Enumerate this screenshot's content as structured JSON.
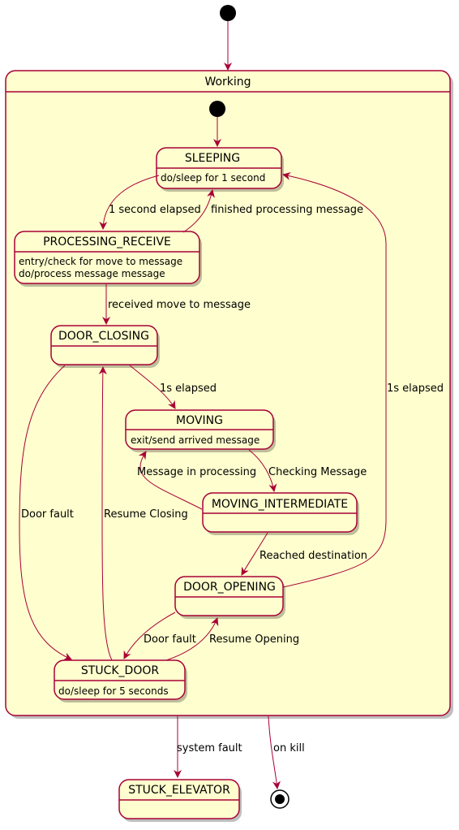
{
  "diagram": {
    "composite": {
      "title": "Working"
    },
    "states": {
      "sleeping": {
        "title": "SLEEPING",
        "body": [
          "do/sleep for 1 second"
        ]
      },
      "processing_receive": {
        "title": "PROCESSING_RECEIVE",
        "body": [
          "entry/check for move to message",
          "do/process message message"
        ]
      },
      "door_closing": {
        "title": "DOOR_CLOSING",
        "body": []
      },
      "moving": {
        "title": "MOVING",
        "body": [
          "exit/send arrived message"
        ]
      },
      "moving_intermediate": {
        "title": "MOVING_INTERMEDIATE",
        "body": []
      },
      "door_opening": {
        "title": "DOOR_OPENING",
        "body": []
      },
      "stuck_door": {
        "title": "STUCK_DOOR",
        "body": [
          "do/sleep for 5 seconds"
        ]
      },
      "stuck_elevator": {
        "title": "STUCK_ELEVATOR",
        "body": []
      }
    },
    "transitions": {
      "sleep_to_proc": "1 second elapsed",
      "proc_to_sleep": "finished processing message",
      "proc_to_closing": "received move to message",
      "closing_to_moving": "1s elapsed",
      "moving_to_inter": "Checking Message",
      "inter_to_moving": "Message in processing",
      "closing_to_stuck": "Door fault",
      "stuck_to_closing": "Resume Closing",
      "inter_to_opening": "Reached destination",
      "opening_to_sleep": "1s elapsed",
      "opening_to_stuck": "Door fault",
      "stuck_to_opening": "Resume Opening",
      "working_to_stuck_elevator": "system fault",
      "working_to_end": "on kill"
    },
    "colors": {
      "state_fill": "#FEFECE",
      "border": "#A80036",
      "text": "#000000",
      "background": "#FFFFFF"
    }
  }
}
